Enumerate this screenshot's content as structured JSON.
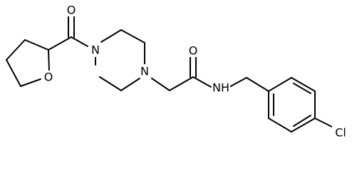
{
  "atoms": {
    "o_carbonyl_top": "O",
    "o_ring": "O",
    "n_pip_left": "N",
    "n_pip_right": "N",
    "o_amide": "O",
    "nh_amide": "NH",
    "cl": "Cl"
  }
}
